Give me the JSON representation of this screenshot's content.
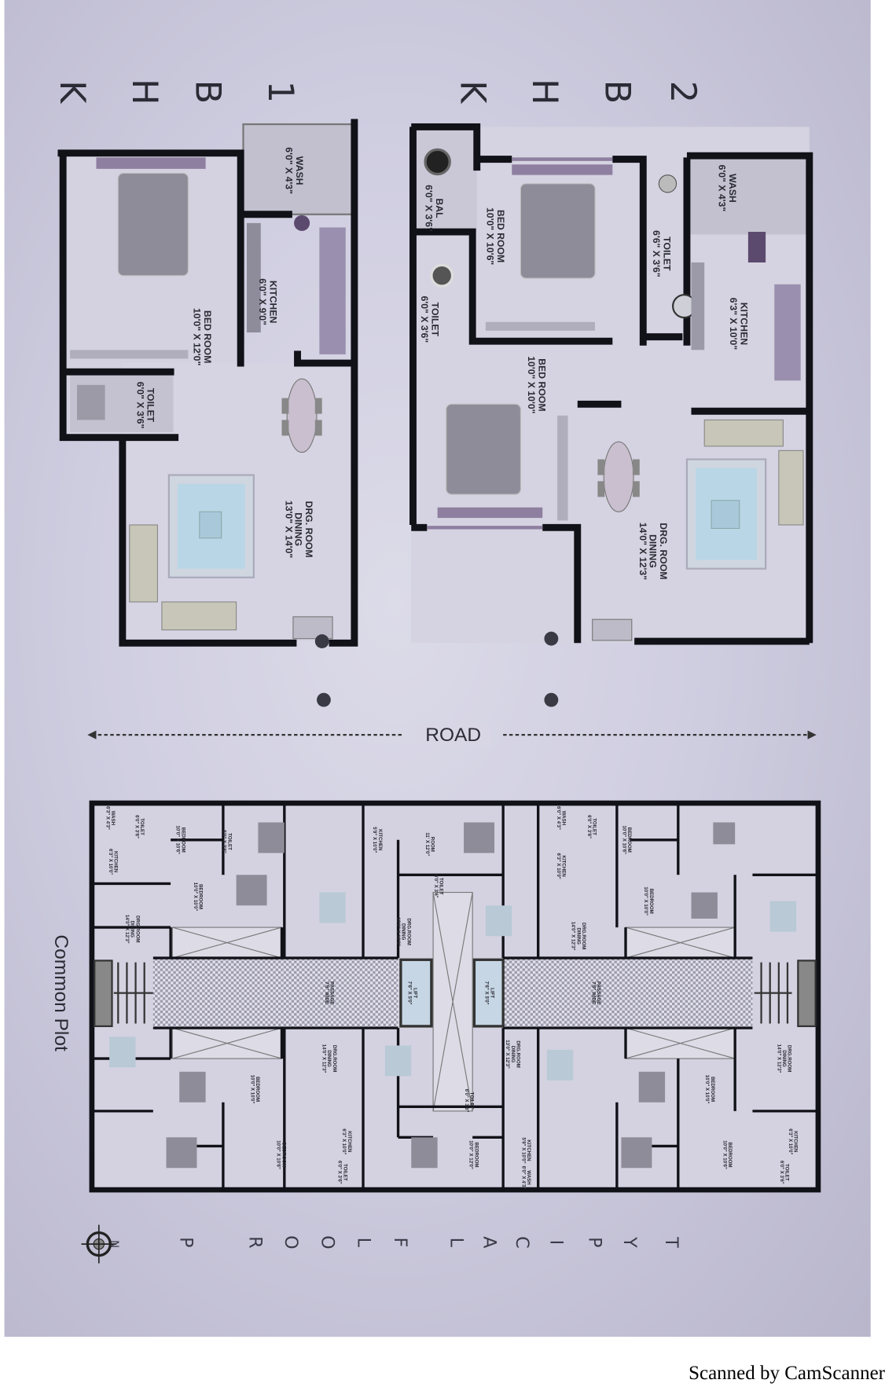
{
  "unit_labels": {
    "one_bhk": [
      "1",
      "B",
      "H",
      "K"
    ],
    "two_bhk": [
      "2",
      "B",
      "H",
      "K"
    ]
  },
  "plan_1bhk": {
    "wash": "WASH\n6'0\" X 4'3\"",
    "kitchen": "KITCHEN\n6'0\" X 9'0\"",
    "bedroom": "BED ROOM\n10'0\" X 12'0\"",
    "toilet": "TOILET\n6'0\" X 3'6\"",
    "drawing": "DRG. ROOM\nDINING\n13'0\" X 14'0\""
  },
  "plan_2bhk": {
    "balcony": "BAL\n6'0\" X 3'6\"",
    "bedroom1": "BED ROOM\n10'0\" X 10'6\"",
    "toilet1": "TOILET\n6'0\" X 3'6\"",
    "toilet2": "TOILET\n6'6\" X 3'6\"",
    "wash": "WASH\n6'0\" X 4'3\"",
    "kitchen": "KITCHEN\n6'3\" X 10'0\"",
    "bedroom2": "BED ROOM\n10'0\" X 10'0\"",
    "drawing": "DRG. ROOM\nDINING\n14'0\" X 12'3\""
  },
  "road_label": "ROAD",
  "common_plot_label": "Common Plot",
  "typical_floor_letters": [
    "T",
    "Y",
    "P",
    "I",
    "C",
    "A",
    "L",
    "F",
    "L",
    "O",
    "O",
    "R",
    "P"
  ],
  "compass_label": "N",
  "floor_plan_rooms": [
    "WASH\n6'3\" X 4'3\"",
    "TOILET\n6'0\" X 3'6\"",
    "BEDROOM\n10'0\" X 10'6\"",
    "KITCHEN\n6'3\" X 10'0\"",
    "TOILET\n6'0\" X 3'6\"",
    "BEDROOM\n10'0\" X 10'0\"",
    "DRG.ROOM\nDINING\n14'0\" X 12'3\"",
    "KITCHEN\n5'9\" X 10'0\"",
    "ROOM\n11' X 12'0\"",
    "TOILET\n6'0\" X 3'6\"",
    "DRG.ROOM\nDINING\n13'0\" X 12'3\"",
    "PASSAGE\n7'6\" WIDE",
    "LIFT\n7'6\" X 5'0\"",
    "LIFT\n7'6\" X 5'0\"",
    "PASSAGE\n7'6\" WIDE",
    "DRG.ROOM\nDINING\n13'0\" X 12'3\"",
    "TOILET\n6'0\" X 3'6\"",
    "BEDROOM\n10'0\" X 12'0\"",
    "KITCHEN\n5'9\" X 10'0\"",
    "WASH\n6'0\" X 4'3\"",
    "DRG.ROOM\nDINING\n14'0\" X 12'3\"",
    "BEDROOM\n10'0\" X 10'0\"",
    "KITCHEN\n6'3\" X 10'0\"",
    "BEDROOM\n10'0\" X 10'6\"",
    "TOILET\n6'0\" X 3'6\"",
    "WASH\n6'0\" X 4'3\"",
    "TOILET\n6'0\" X 3'6\"",
    "BEDROOM\n10'0\" X 10'6\"",
    "KITCHEN\n6'3\" X 10'0\"",
    "BEDROOM\n10'0\" X 10'0\"",
    "DRG.ROOM\nDINING\n14'0\" X 12'3\"",
    "DRG.ROOM\nDINING\n14'0\" X 12'3\"",
    "BEDROOM\n10'0\" X 10'0\"",
    "BEDROOM\n10'0\" X 10'6\"",
    "KITCHEN\n6'3\" X 10'0\"",
    "TOILET\n6'0\" X 3'6\""
  ],
  "footer": "Scanned by CamScanner",
  "colors": {
    "wall": "#111118",
    "paper": "#d3d1e1",
    "rug": "#b9d6e6",
    "furniture": "#8f8c99",
    "headboard": "#8e7fa0"
  }
}
